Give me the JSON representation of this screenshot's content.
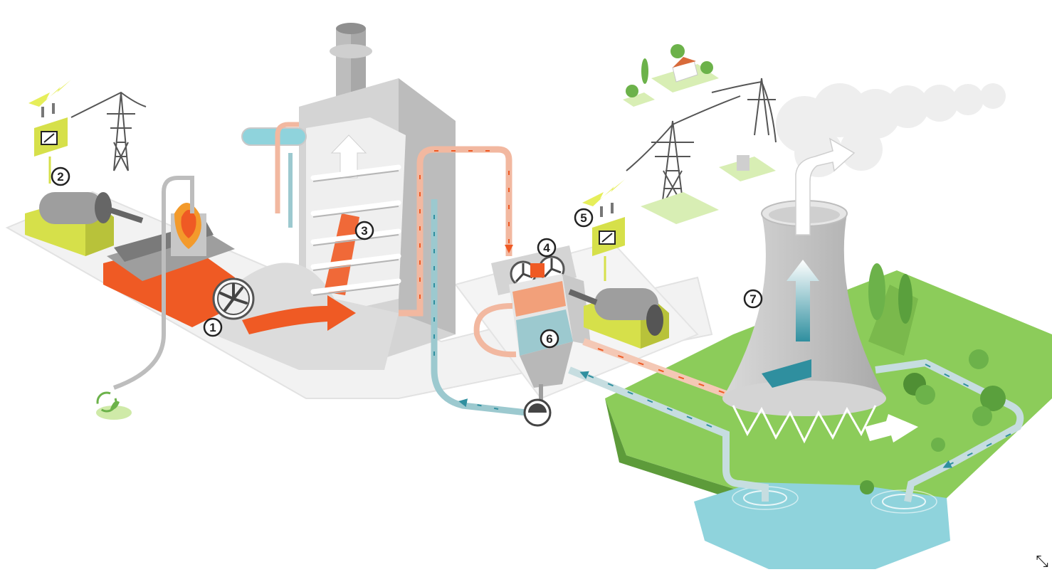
{
  "diagram": {
    "steps": [
      {
        "label": "1"
      },
      {
        "label": "2"
      },
      {
        "label": "3"
      },
      {
        "label": "4"
      },
      {
        "label": "5"
      },
      {
        "label": "6"
      },
      {
        "label": "7"
      }
    ]
  },
  "colors": {
    "hot": "#ef5a24",
    "cold": "#2f8f9f",
    "generator": "#d6e04a",
    "grass": "#8ccc5a",
    "water": "#8fd3dc",
    "concrete": "#c9c9c9",
    "ground_path": "#eeeeee"
  },
  "icons": {
    "expand": "expand-icon"
  },
  "corner": {
    "glyph": "⤡"
  }
}
